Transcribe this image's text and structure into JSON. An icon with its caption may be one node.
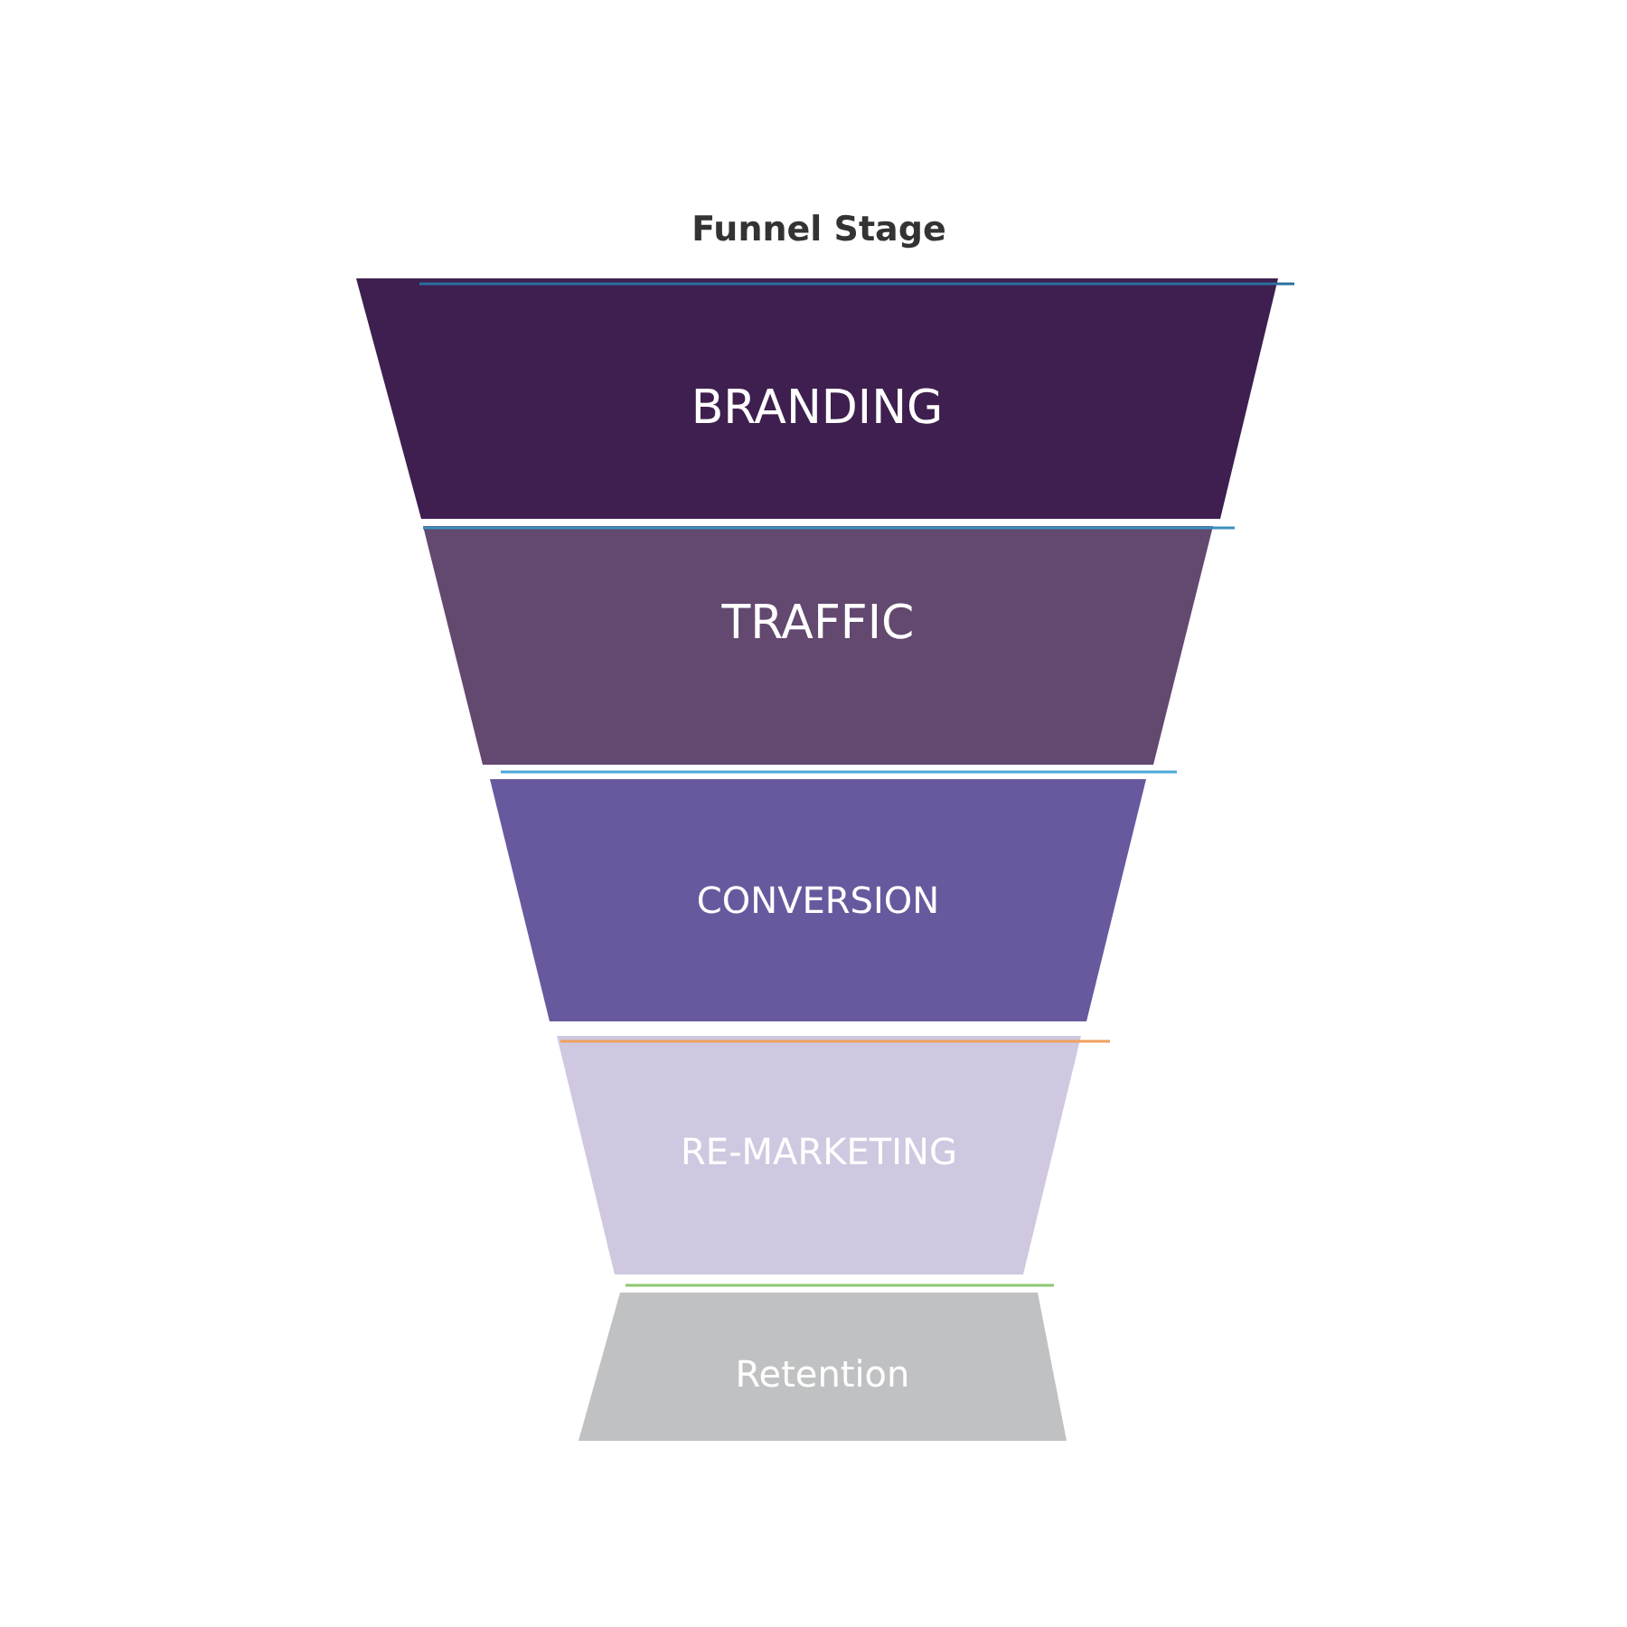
{
  "diagram": {
    "title": "Funnel Stage",
    "nodes": [
      {
        "text": [
          "BRANDING"
        ]
      },
      {
        "text": [
          "TRAFFIC"
        ]
      },
      {
        "text": [
          "CONVERSION"
        ]
      },
      {
        "text": [
          "RE-MARKETING"
        ]
      },
      {
        "text": [
          "Retention"
        ]
      }
    ]
  }
}
